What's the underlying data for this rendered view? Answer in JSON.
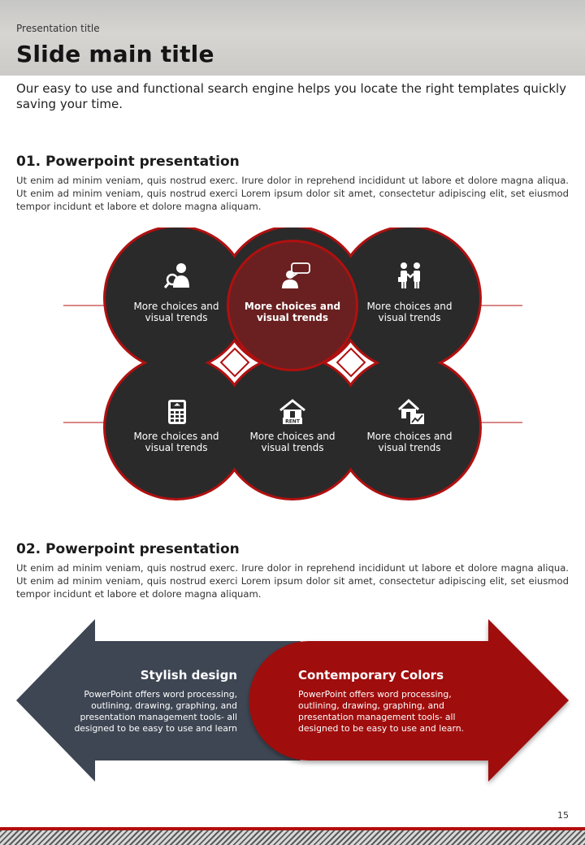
{
  "header": {
    "presentation_title": "Presentation title",
    "main_title": "Slide main title",
    "subtitle": "Our easy to use and functional search engine helps you locate the right templates quickly saving your time."
  },
  "section1": {
    "title": "01. Powerpoint presentation",
    "body": "Ut enim ad minim veniam, quis nostrud exerc. Irure dolor in reprehend incididunt ut labore et dolore magna aliqua. Ut enim ad minim veniam, quis nostrud exerci  Lorem ipsum dolor sit amet, consectetur adipiscing elit, set eiusmod tempor incidunt et labore et dolore magna aliquam."
  },
  "petals": [
    {
      "label": "More choices and visual trends",
      "icon": "search-person-icon",
      "highlight": false
    },
    {
      "label": "More choices and visual trends",
      "icon": "speech-person-icon",
      "highlight": true
    },
    {
      "label": "More choices and visual trends",
      "icon": "handshake-icon",
      "highlight": false
    },
    {
      "label": "More choices and visual trends",
      "icon": "calculator-icon",
      "highlight": false
    },
    {
      "label": "More choices and visual trends",
      "icon": "rent-house-icon",
      "highlight": false
    },
    {
      "label": "More choices and visual trends",
      "icon": "house-chart-icon",
      "highlight": false
    }
  ],
  "section2": {
    "title": "02. Powerpoint presentation",
    "body": "Ut enim ad minim veniam, quis nostrud exerc. Irure dolor in reprehend incididunt ut labore et dolore magna aliqua. Ut enim ad minim veniam, quis nostrud exerci  Lorem ipsum dolor sit amet, consectetur adipiscing elit, set eiusmod tempor incidunt et labore et dolore magna aliquam."
  },
  "arrows": {
    "left": {
      "title": "Stylish design",
      "text": "PowerPoint offers word processing, outlining, drawing, graphing, and presentation management tools- all designed to be easy to use and learn"
    },
    "right": {
      "title": "Contemporary Colors",
      "text": "PowerPoint offers word processing, outlining, drawing, graphing, and presentation management tools- all designed to be easy to use and learn."
    }
  },
  "footer": {
    "page_number": "15"
  },
  "colors": {
    "dark": "#2a2a2a",
    "red": "#a00d0d",
    "highlight": "#6a2020",
    "slate": "#3e4653"
  }
}
